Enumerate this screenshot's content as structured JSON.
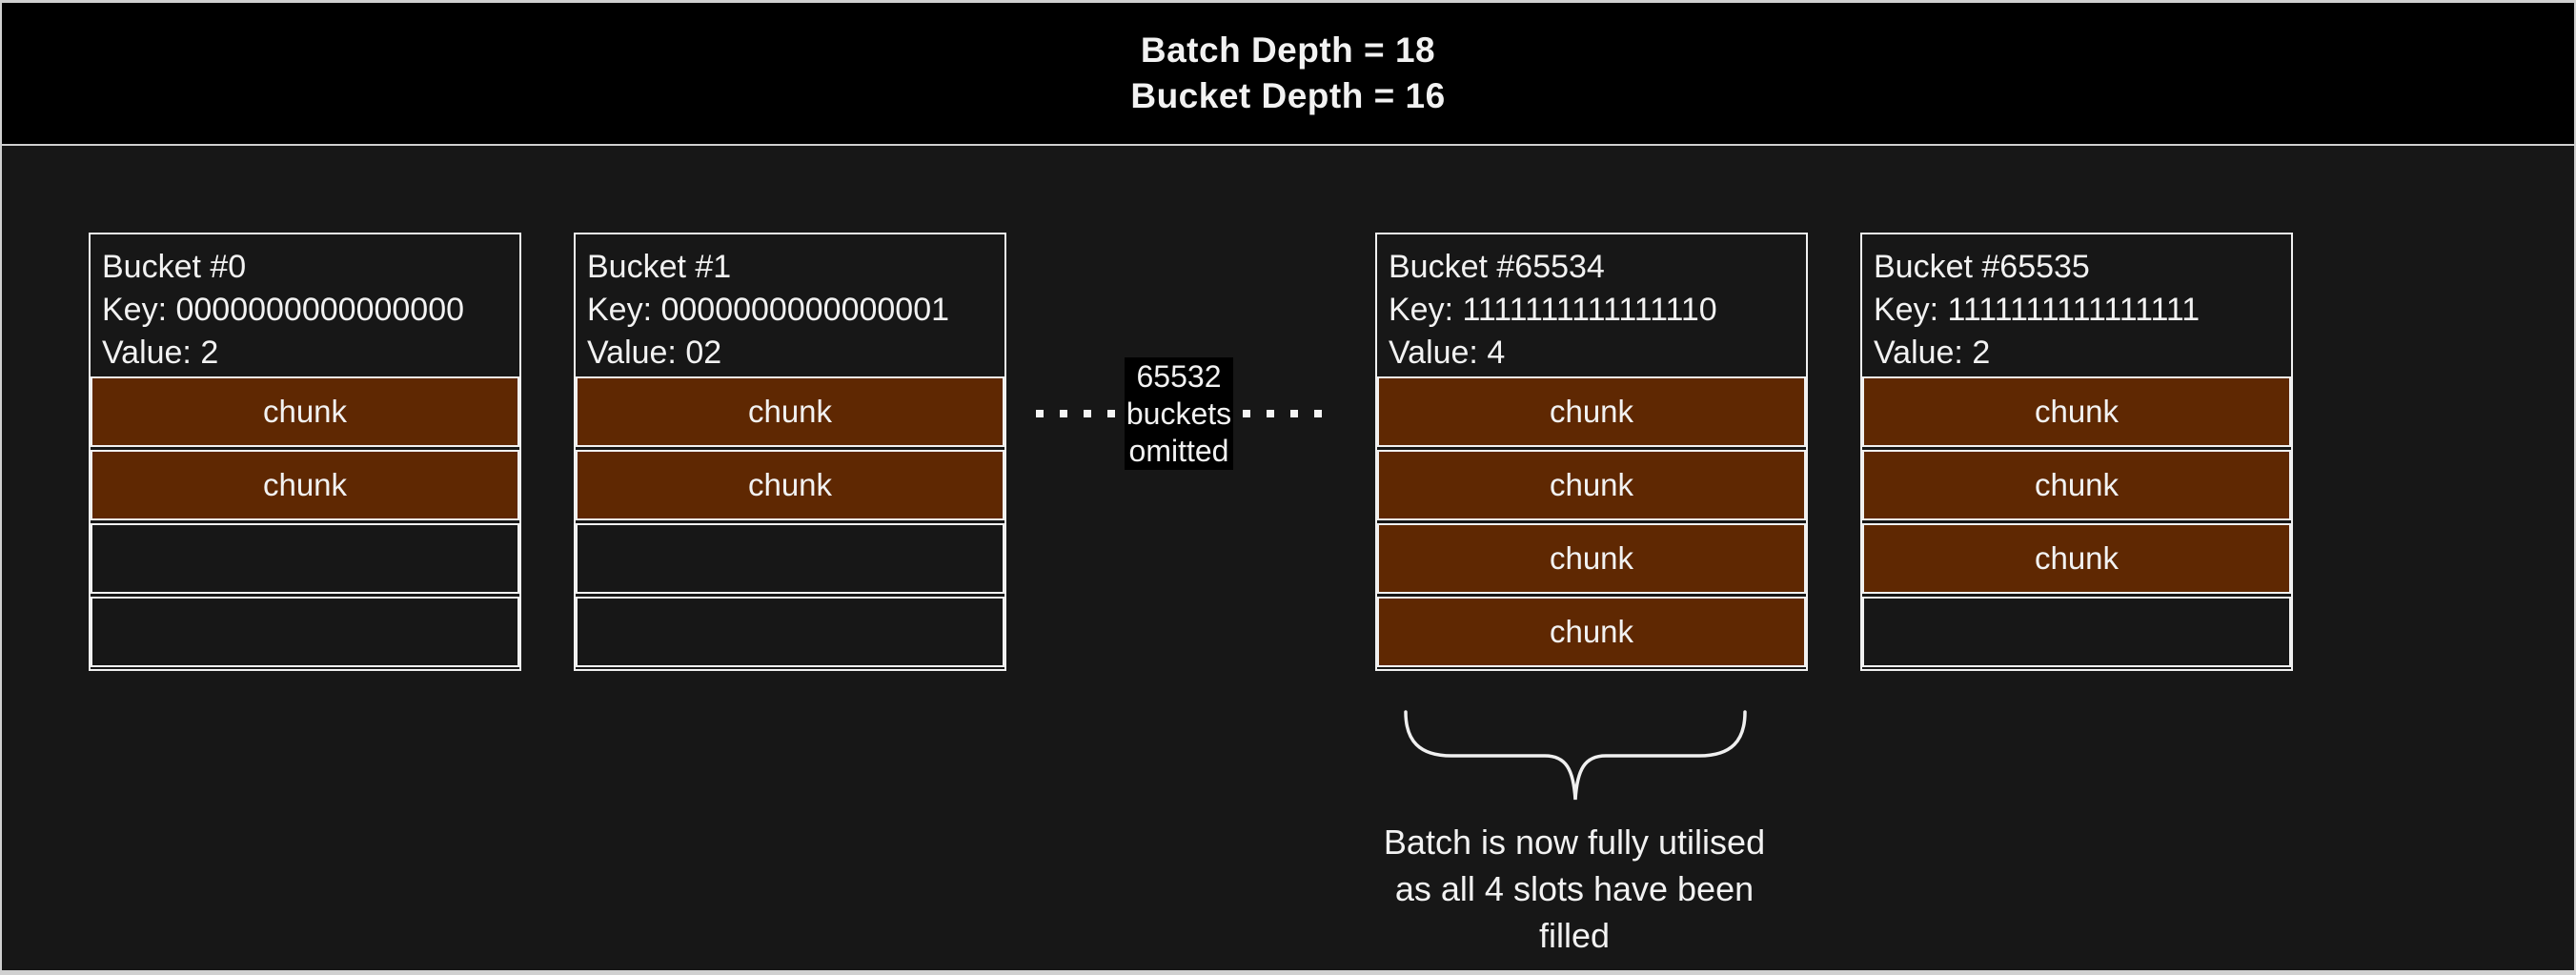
{
  "header": {
    "title_lines": [
      "Batch Depth = 18",
      "Bucket Depth = 16"
    ]
  },
  "buckets": [
    {
      "title": "Bucket #0",
      "key": "Key: 0000000000000000",
      "value": "Value: 2",
      "slots": [
        {
          "label": "chunk",
          "filled": true
        },
        {
          "label": "chunk",
          "filled": true
        },
        {
          "label": "",
          "filled": false
        },
        {
          "label": "",
          "filled": false
        }
      ]
    },
    {
      "title": "Bucket #1",
      "key": "Key: 0000000000000001",
      "value": "Value: 02",
      "slots": [
        {
          "label": "chunk",
          "filled": true
        },
        {
          "label": "chunk",
          "filled": true
        },
        {
          "label": "",
          "filled": false
        },
        {
          "label": "",
          "filled": false
        }
      ]
    },
    {
      "title": "Bucket #65534",
      "key": "Key: 1111111111111110",
      "value": "Value: 4",
      "slots": [
        {
          "label": "chunk",
          "filled": true
        },
        {
          "label": "chunk",
          "filled": true
        },
        {
          "label": "chunk",
          "filled": true
        },
        {
          "label": "chunk",
          "filled": true
        }
      ]
    },
    {
      "title": "Bucket #65535",
      "key": "Key: 1111111111111111",
      "value": "Value: 2",
      "slots": [
        {
          "label": "chunk",
          "filled": true
        },
        {
          "label": "chunk",
          "filled": true
        },
        {
          "label": "chunk",
          "filled": true
        },
        {
          "label": "",
          "filled": false
        }
      ]
    }
  ],
  "omitted_note": {
    "lines": [
      "65532",
      "buckets",
      "omitted"
    ],
    "dots_per_side": 4
  },
  "annotation": {
    "lines": [
      "Batch is now fully utilised",
      "as all 4 slots have been",
      "filled"
    ]
  },
  "colors": {
    "chunk_fill": "#5f2802",
    "canvas_bg": "#171717",
    "header_bg": "#000000",
    "stroke": "#f0f0f0",
    "text": "#f2f2f2"
  }
}
